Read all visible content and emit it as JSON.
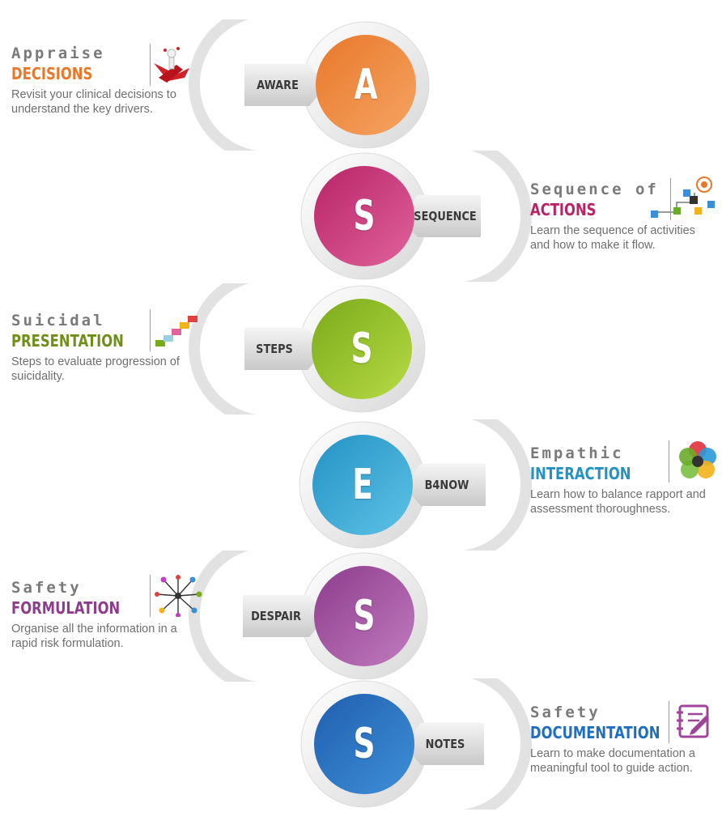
{
  "steps": [
    {
      "letter": "A",
      "tab": "AWARE",
      "kicker": "Appraise",
      "headline": "DECISIONS",
      "body": "Revisit your clinical decisions to understand the key drivers.",
      "color": "#E8782A",
      "color_light": "#F5A463",
      "icon": "decision-arrows-icon"
    },
    {
      "letter": "S",
      "tab": "SEQUENCE",
      "kicker": "Sequence of",
      "headline": "ACTIONS",
      "body": "Learn the sequence of activities and how to make it flow.",
      "color": "#B82467",
      "color_light": "#E0639B",
      "icon": "flow-network-icon"
    },
    {
      "letter": "S",
      "tab": "STEPS",
      "kicker": "Suicidal",
      "headline": "PRESENTATION",
      "body": "Steps to evaluate progression of suicidality.",
      "color": "#7AAA1A",
      "color_light": "#B7DB45",
      "headline_color": "#6F8F19",
      "icon": "staircase-icon"
    },
    {
      "letter": "E",
      "tab": "B4NOW",
      "kicker": "Empathic",
      "headline": "INTERACTION",
      "body": "Learn how to balance rapport and assessment thoroughness.",
      "color": "#2392C4",
      "color_light": "#5EC2E6",
      "icon": "flower-circles-icon"
    },
    {
      "letter": "S",
      "tab": "DESPAIR",
      "kicker": "Safety",
      "headline": "FORMULATION",
      "body": "Organise all the information in a rapid risk formulation.",
      "color": "#8E3C8C",
      "color_light": "#C07BBE",
      "icon": "node-network-icon"
    },
    {
      "letter": "S",
      "tab": "NOTES",
      "kicker": "Safety",
      "headline": "DOCUMENTATION",
      "body": "Learn to make documentation a meaningful tool to guide action.",
      "color": "#1F5FAF",
      "color_light": "#3F8FD8",
      "headline_color": "#1F6FC0",
      "icon_color": "#A0449A",
      "icon": "notepad-edit-icon"
    }
  ]
}
